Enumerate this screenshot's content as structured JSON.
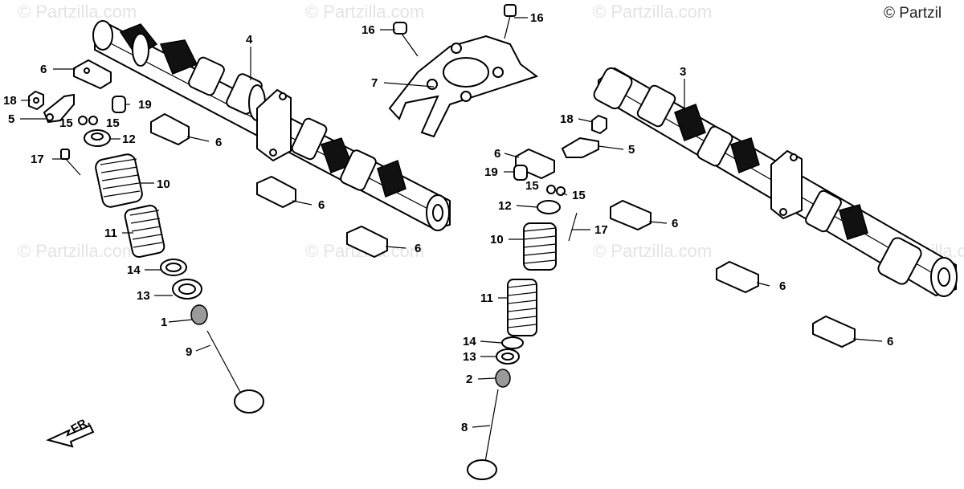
{
  "copyright": "© Partzil",
  "watermark": "© Partzilla.com",
  "front_arrow_label": "FR.",
  "callouts": [
    {
      "id": "c4",
      "text": "4"
    },
    {
      "id": "c16a",
      "text": "16"
    },
    {
      "id": "c16b",
      "text": "16"
    },
    {
      "id": "c7",
      "text": "7"
    },
    {
      "id": "c3",
      "text": "3"
    },
    {
      "id": "c6a",
      "text": "6"
    },
    {
      "id": "c18a",
      "text": "18"
    },
    {
      "id": "c19a",
      "text": "19"
    },
    {
      "id": "c5a",
      "text": "5"
    },
    {
      "id": "c15a",
      "text": "15"
    },
    {
      "id": "c15b",
      "text": "15"
    },
    {
      "id": "c12a",
      "text": "12"
    },
    {
      "id": "c6b",
      "text": "6"
    },
    {
      "id": "c17a",
      "text": "17"
    },
    {
      "id": "c10a",
      "text": "10"
    },
    {
      "id": "c6c",
      "text": "6"
    },
    {
      "id": "c11a",
      "text": "11"
    },
    {
      "id": "c6d",
      "text": "6"
    },
    {
      "id": "c14a",
      "text": "14"
    },
    {
      "id": "c13a",
      "text": "13"
    },
    {
      "id": "c1",
      "text": "1"
    },
    {
      "id": "c9",
      "text": "9"
    },
    {
      "id": "c18b",
      "text": "18"
    },
    {
      "id": "c6e",
      "text": "6"
    },
    {
      "id": "c5b",
      "text": "5"
    },
    {
      "id": "c19b",
      "text": "19"
    },
    {
      "id": "c15c",
      "text": "15"
    },
    {
      "id": "c15d",
      "text": "15"
    },
    {
      "id": "c12b",
      "text": "12"
    },
    {
      "id": "c6f",
      "text": "6"
    },
    {
      "id": "c17b",
      "text": "17"
    },
    {
      "id": "c10b",
      "text": "10"
    },
    {
      "id": "c11b",
      "text": "11"
    },
    {
      "id": "c6g",
      "text": "6"
    },
    {
      "id": "c14b",
      "text": "14"
    },
    {
      "id": "c13b",
      "text": "13"
    },
    {
      "id": "c2",
      "text": "2"
    },
    {
      "id": "c6h",
      "text": "6"
    },
    {
      "id": "c8",
      "text": "8"
    }
  ]
}
